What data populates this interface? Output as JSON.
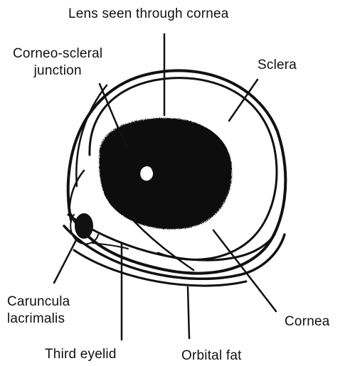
{
  "labels": {
    "lens": "Lens seen through cornea",
    "corneo_scleral": "Corneo-scleral\njunction",
    "sclera": "Sclera",
    "caruncula": "Caruncula\nlacrimalis",
    "cornea": "Cornea",
    "third_eyelid": "Third eyelid",
    "orbital_fat": "Orbital fat"
  },
  "colors": {
    "ink": "#111111",
    "background": "#ffffff"
  }
}
